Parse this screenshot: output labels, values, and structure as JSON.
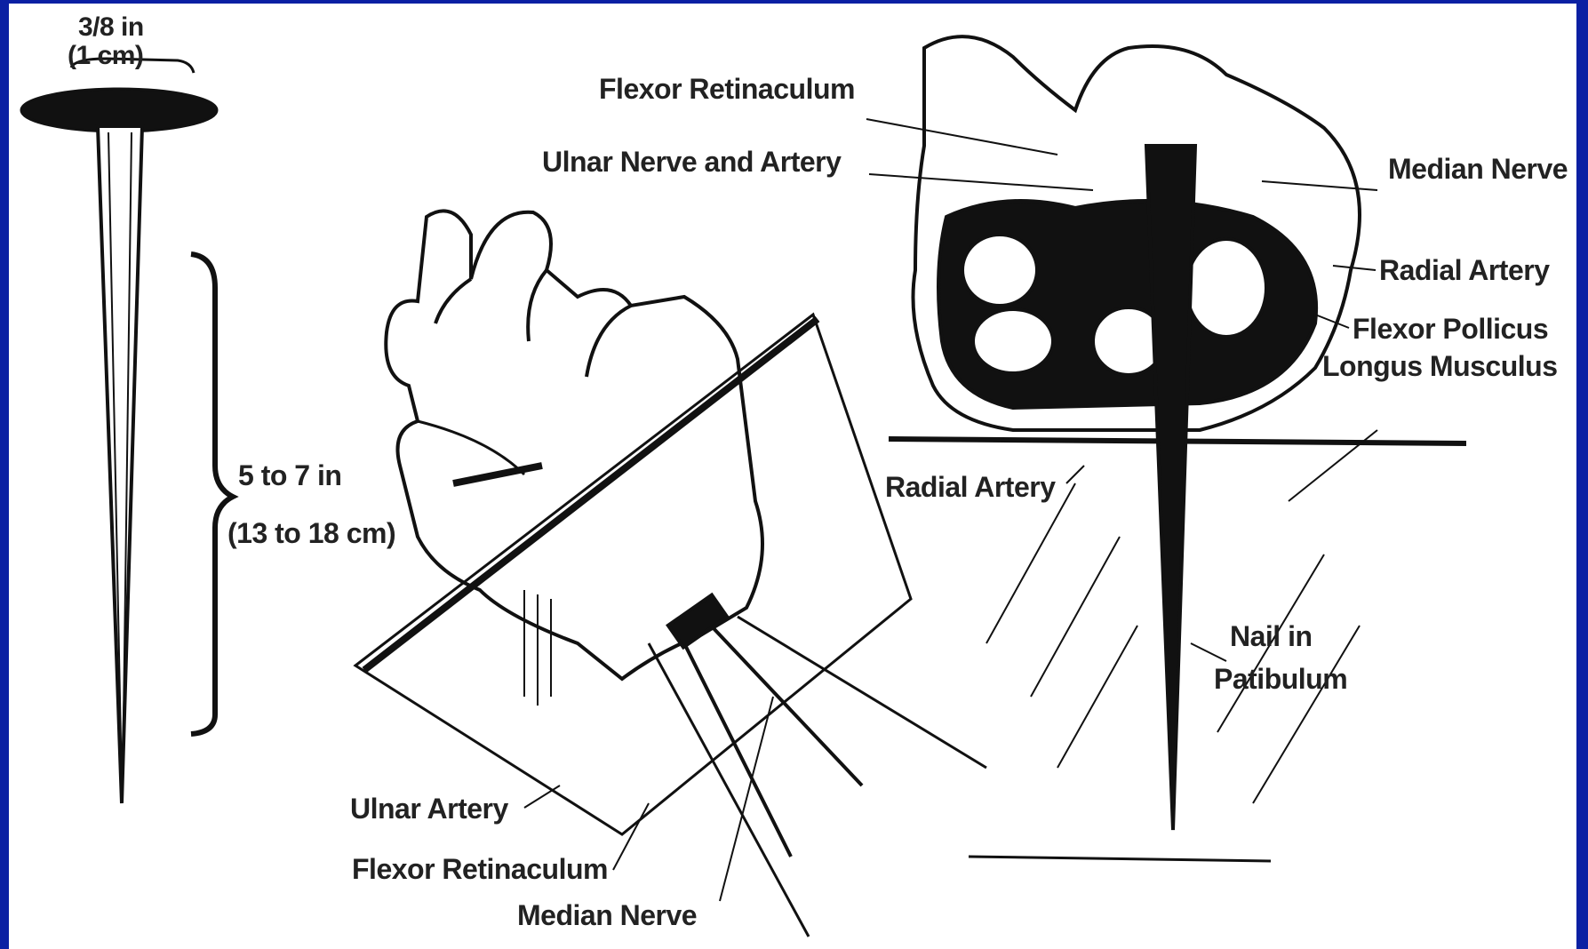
{
  "labels": {
    "head_width_in": "3/8 in",
    "head_width_cm": "(1 cm)",
    "length_in": "5 to 7 in",
    "length_cm": "(13 to 18 cm)",
    "flexor_retinaculum_top": "Flexor Retinaculum",
    "ulnar_nerve_artery": "Ulnar Nerve and Artery",
    "median_nerve_right": "Median Nerve",
    "radial_artery_right": "Radial Artery",
    "flexor_pollicus_1": "Flexor Pollicus",
    "flexor_pollicus_2": "Longus Musculus",
    "radial_artery_mid": "Radial Artery",
    "nail_in": "Nail in",
    "patibulum": "Patibulum",
    "ulnar_artery": "Ulnar Artery",
    "flexor_retinaculum_bottom": "Flexor Retinaculum",
    "median_nerve_bottom": "Median Nerve"
  },
  "colors": {
    "background_blue": "#0b20a3",
    "panel": "#ffffff",
    "ink": "#111111"
  }
}
